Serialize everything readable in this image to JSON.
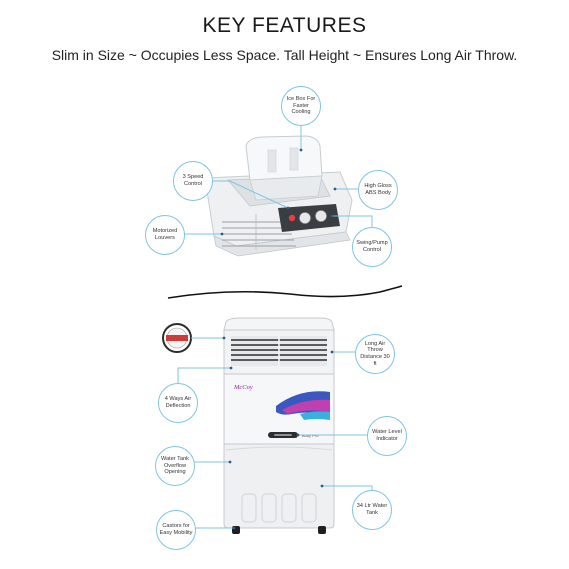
{
  "header": {
    "title": "KEY FEATURES",
    "subtitle": "Slim in Size ~ Occupies Less Space. Tall Height ~ Ensures Long Air Throw."
  },
  "product": {
    "brand": "McCoy",
    "panel_mark": "Body Pro"
  },
  "callouts": {
    "ice_box": "Ice Box For Faster Cooling",
    "speed_control": "3 Speed Control",
    "abs_body": "High Gloss ABS Body",
    "motorized_louvers": "Motorized Louvers",
    "swing_pump": "Swing/Pump Control",
    "air_throw": "Long Air Throw Distance 30 ft",
    "air_deflection": "4 Ways Air Deflection",
    "water_level": "Water Level Indicator",
    "overflow": "Water Tank Overflow Opening",
    "water_tank": "34 Ltr Water Tank",
    "castors": "Castors for Easy Mobility"
  },
  "colors": {
    "callout_border": "#7fc4e4",
    "body_white": "#f2f3f4",
    "control_dark": "#3a3d42",
    "accent_blue": "#2a4aa8",
    "accent_purple": "#8a2a9a",
    "accent_cyan": "#3ab0e0"
  }
}
